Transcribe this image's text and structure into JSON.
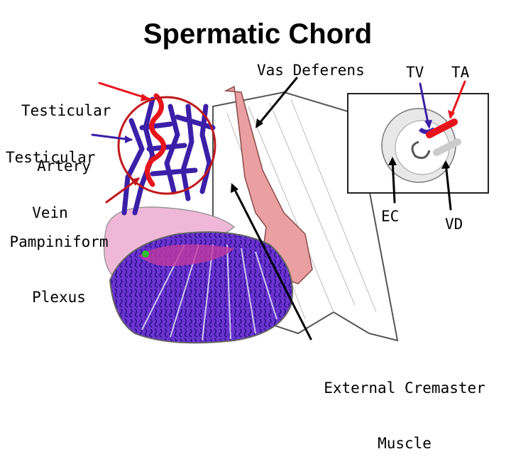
{
  "title": "Spermatic Chord",
  "labels": {
    "testicular_artery": [
      "Testicular",
      "Artery"
    ],
    "testicular_vein": [
      "Testicular",
      "Vein"
    ],
    "pampiniform_plexus": [
      "Pampiniform",
      "Plexus"
    ],
    "vas_deferens": "Vas Deferens",
    "tv": "TV",
    "ta": "TA",
    "ec": "EC",
    "vd": "VD",
    "external_cremaster": [
      "External Cremaster",
      "Muscle"
    ]
  },
  "colors": {
    "artery": "#e8141c",
    "vein": "#3b1fa8",
    "vein_light": "#6a3fd0",
    "circle": "#c0181c",
    "vas": "#eaa0a0",
    "epididymis": "#f0b8d8",
    "testis": "#7a3fd8",
    "cremaster": "#ffffff",
    "plexus_pink": "#c03aa0"
  }
}
